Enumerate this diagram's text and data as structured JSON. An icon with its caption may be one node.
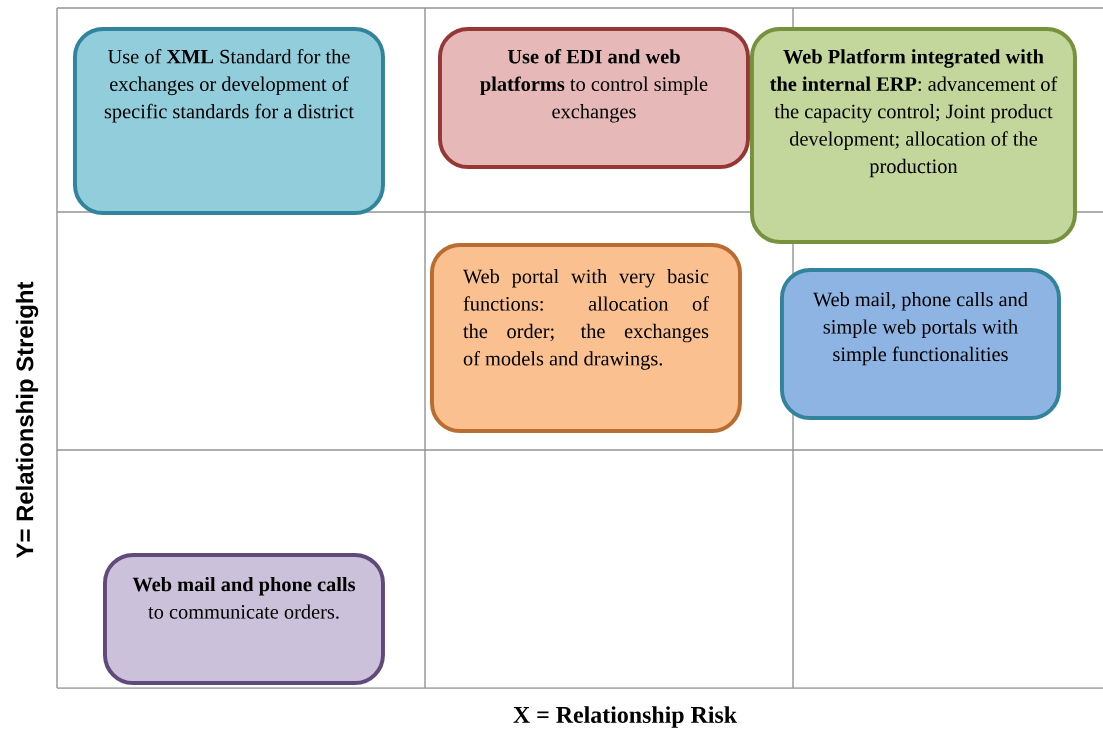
{
  "diagram": {
    "nodes": [
      {
        "text": [
          "Use of **XML** Standard for the exchanges or development of specific standards for a district"
        ]
      },
      {
        "text": [
          "**Use of EDI and web platforms** to control simple exchanges"
        ]
      },
      {
        "text": [
          "**Web Platform integrated with the internal ERP**: advancement of the capacity control; Joint product development; allocation of the production"
        ]
      },
      {
        "text": [
          "Web portal with very basic functions: allocation of the order; the exchanges of models and drawings."
        ]
      },
      {
        "text": [
          "Web mail, phone calls and simple web portals with simple functionalities"
        ]
      },
      {
        "text": [
          "**Web mail and phone calls** to communicate orders."
        ]
      }
    ],
    "labels": [
      "Y= Relationship Streight",
      "X = Relationship Risk"
    ]
  }
}
